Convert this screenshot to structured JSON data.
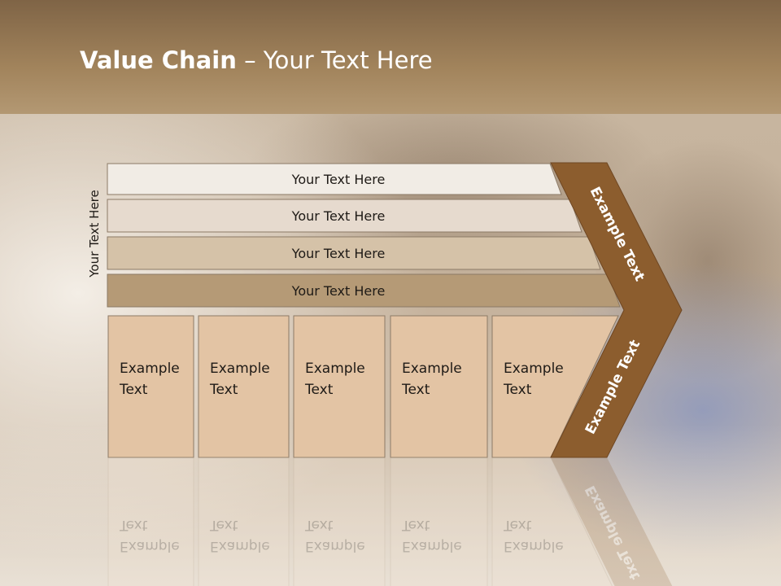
{
  "slide": {
    "title_bold": "Value Chain",
    "title_rest": " – Your Text Here",
    "side_label": "Your Text Here"
  },
  "support_rows": [
    "Your Text Here",
    "Your Text Here",
    "Your Text Here",
    "Your Text Here"
  ],
  "primary_boxes": [
    [
      "Example",
      "Text"
    ],
    [
      "Example",
      "Text"
    ],
    [
      "Example",
      "Text"
    ],
    [
      "Example",
      "Text"
    ],
    [
      "Example",
      "Text"
    ]
  ],
  "arrow_labels": {
    "upper": "Example Text",
    "lower": "Example Text"
  },
  "colors": {
    "title_band": "#a38459",
    "row1": "#f1ece5",
    "row2": "#e6dace",
    "row3": "#d5c2a8",
    "row4": "#b59a76",
    "boxes": "#e3c4a4",
    "arrow": "#8c5d2e",
    "text": "#1e1a16"
  }
}
